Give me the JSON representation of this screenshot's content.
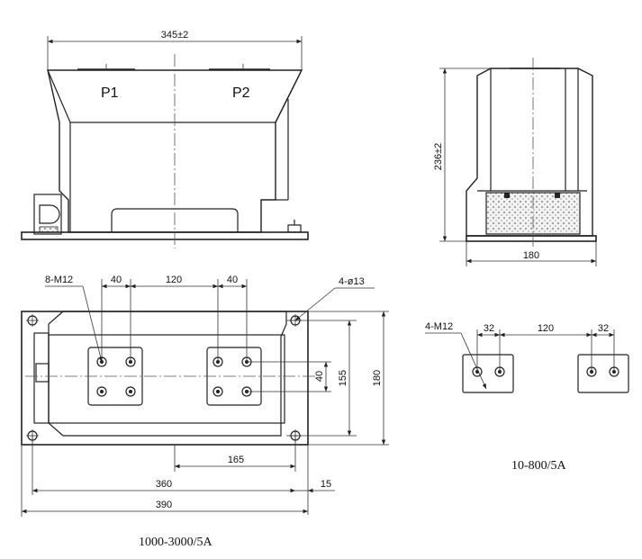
{
  "front_view": {
    "width_label": "345±2",
    "terminal_p1": "P1",
    "terminal_p2": "P2"
  },
  "side_view": {
    "height_label": "236±2",
    "width_label": "180"
  },
  "plan_view": {
    "bolt_label": "8-M12",
    "hole_label": "4-ø13",
    "spacing_left": "40",
    "spacing_center": "120",
    "spacing_right": "40",
    "dim_vert_small": "40",
    "dim_vert_155": "155",
    "dim_vert_180": "180",
    "dim_165": "165",
    "dim_360": "360",
    "dim_15": "15",
    "dim_390": "390",
    "caption": "1000-3000/5A"
  },
  "small_view": {
    "bolt_label": "4-M12",
    "spacing_left": "32",
    "spacing_center": "120",
    "spacing_right": "32",
    "caption": "10-800/5A"
  }
}
